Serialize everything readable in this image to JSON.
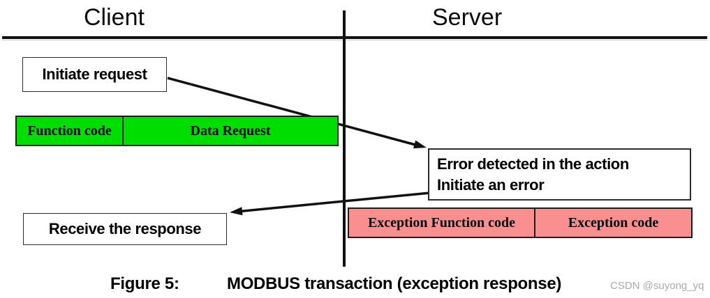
{
  "headers": {
    "client": "Client",
    "server": "Server"
  },
  "client_flow": {
    "initiate_request": "Initiate request",
    "receive_response": "Receive the response"
  },
  "server_flow": {
    "error_line1": "Error detected in the action",
    "error_line2": "Initiate an error"
  },
  "request_frame": {
    "color": "#00dd00",
    "cells": [
      {
        "label": "Function code"
      },
      {
        "label": "Data Request"
      }
    ]
  },
  "exception_frame": {
    "color": "#f98f8f",
    "cells": [
      {
        "label": "Exception Function code"
      },
      {
        "label": "Exception code"
      }
    ]
  },
  "caption": {
    "label": "Figure 5:",
    "title": "MODBUS transaction (exception response)"
  },
  "watermark": "CSDN @suyong_yq"
}
